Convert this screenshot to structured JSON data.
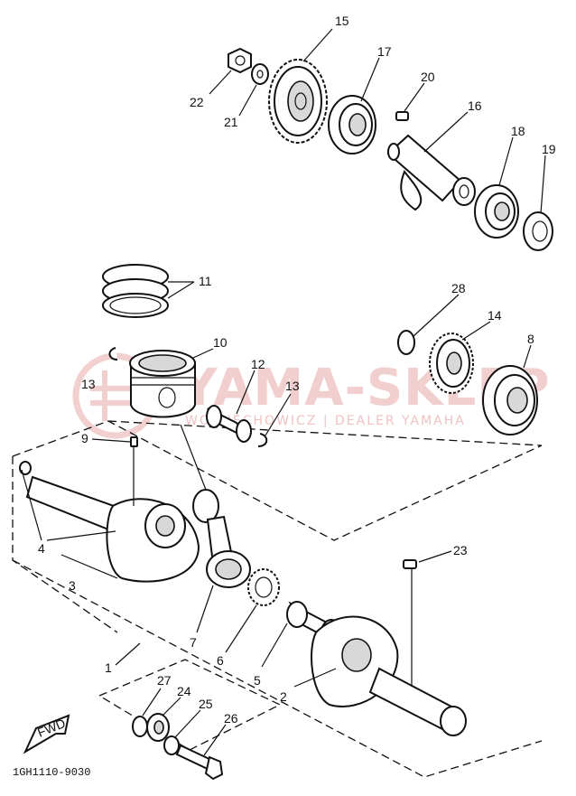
{
  "diagram_code": "1GH1110-9030",
  "fwd_label": "FWD",
  "watermark": {
    "main": "YAMA-SKLEP",
    "sub": "WOJCIECHOWICZ | DEALER YAMAHA"
  },
  "callouts": {
    "c1": "1",
    "c2": "2",
    "c3": "3",
    "c4": "4",
    "c5": "5",
    "c6": "6",
    "c7": "7",
    "c8": "8",
    "c9": "9",
    "c10": "10",
    "c11": "11",
    "c12": "12",
    "c13a": "13",
    "c13b": "13",
    "c14": "14",
    "c15": "15",
    "c16": "16",
    "c17": "17",
    "c18": "18",
    "c19": "19",
    "c20": "20",
    "c21": "21",
    "c22": "22",
    "c23": "23",
    "c24": "24",
    "c25": "25",
    "c26": "26",
    "c27": "27",
    "c28": "28"
  }
}
